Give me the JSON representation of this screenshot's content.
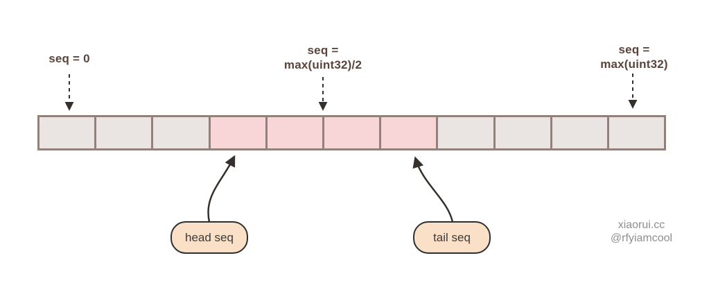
{
  "colors": {
    "cell_gray": "#eae5e3",
    "cell_pink": "#f8d6d7",
    "bar_border": "#91817a",
    "label_text": "#5a443c",
    "arrow_dark": "#35302c",
    "box_fill": "#fbe0c8",
    "box_border": "#2e2e2e",
    "box_text": "#3a3a3a",
    "watermark": "#8e8e8e"
  },
  "annotations": {
    "seq_zero": "seq = 0",
    "seq_mid_line1": "seq =",
    "seq_mid_line2": "max(uint32)/2",
    "seq_max_line1": "seq =",
    "seq_max_line2": "max(uint32)"
  },
  "buffer": {
    "cells": [
      {
        "state": "free"
      },
      {
        "state": "free"
      },
      {
        "state": "free"
      },
      {
        "state": "used"
      },
      {
        "state": "used"
      },
      {
        "state": "used"
      },
      {
        "state": "used"
      },
      {
        "state": "free"
      },
      {
        "state": "free"
      },
      {
        "state": "free"
      },
      {
        "state": "free"
      }
    ]
  },
  "pointers": {
    "head_label": "head seq",
    "tail_label": "tail seq"
  },
  "watermark": {
    "line1": "xiaorui.cc",
    "line2": "@rfyiamcool"
  }
}
